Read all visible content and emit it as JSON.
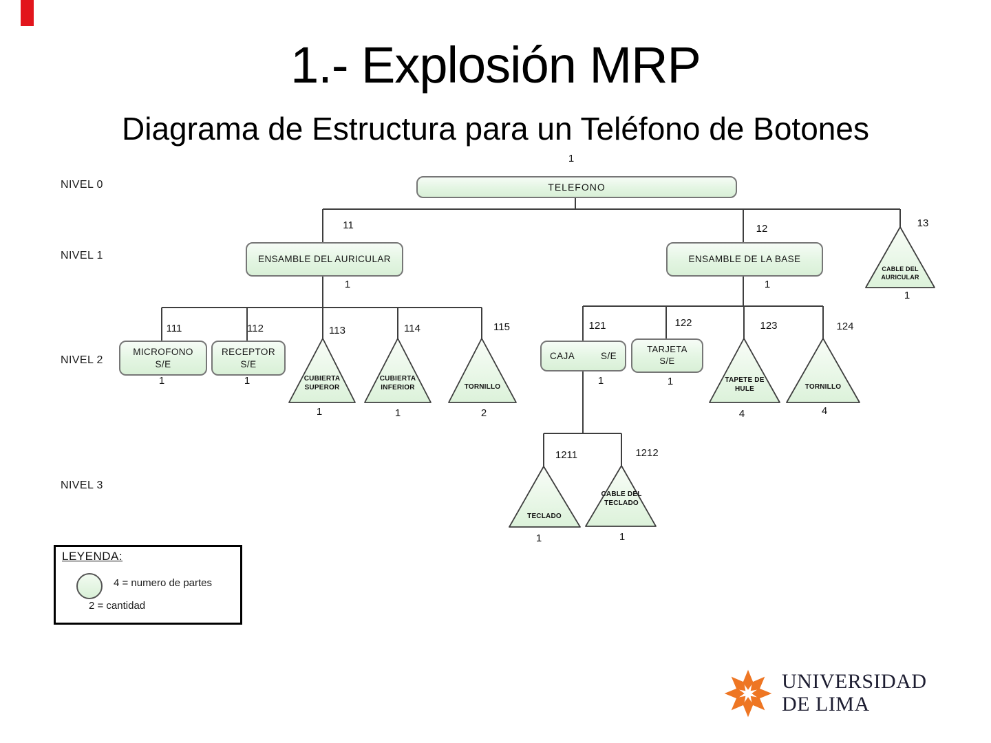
{
  "slide": {
    "title": "1.- Explosión MRP",
    "subtitle": "Diagrama de Estructura para un Teléfono de Botones"
  },
  "levels": [
    "NIVEL 0",
    "NIVEL 1",
    "NIVEL 2",
    "NIVEL 3"
  ],
  "nodes": {
    "telefono": {
      "code": "1",
      "label": "TELEFONO"
    },
    "ensamble_auricular": {
      "code": "11",
      "label": "ENSAMBLE DEL AURICULAR",
      "qty": "1"
    },
    "ensamble_base": {
      "code": "12",
      "label": "ENSAMBLE DE LA BASE",
      "qty": "1"
    },
    "cable_auricular": {
      "code": "13",
      "line1": "CABLE DEL",
      "line2": "AURICULAR",
      "qty": "1"
    },
    "microfono": {
      "code": "111",
      "line1": "MICROFONO",
      "line2": "S/E",
      "qty": "1"
    },
    "receptor": {
      "code": "112",
      "line1": "RECEPTOR",
      "line2": "S/E",
      "qty": "1"
    },
    "cubierta_superior": {
      "code": "113",
      "line1": "CUBIERTA",
      "line2": "SUPEROR",
      "qty": "1"
    },
    "cubierta_inferior": {
      "code": "114",
      "line1": "CUBIERTA",
      "line2": "INFERIOR",
      "qty": "1"
    },
    "tornillo_auricular": {
      "code": "115",
      "label": "TORNILLO",
      "qty": "2"
    },
    "caja": {
      "code": "121",
      "label": "CAJA",
      "suffix": "S/E",
      "qty": "1"
    },
    "tarjeta": {
      "code": "122",
      "line1": "TARJETA",
      "line2": "S/E",
      "qty": "1"
    },
    "tapete_hule": {
      "code": "123",
      "line1": "TAPETE DE",
      "line2": "HULE",
      "qty": "4"
    },
    "tornillo_base": {
      "code": "124",
      "label": "TORNILLO",
      "qty": "4"
    },
    "teclado": {
      "code": "1211",
      "label": "TECLADO",
      "qty": "1"
    },
    "cable_teclado": {
      "code": "1212",
      "line1": "CABLE DEL",
      "line2": "TECLADO",
      "qty": "1"
    }
  },
  "legend": {
    "title": "LEYENDA:",
    "item_parts": "4 = numero de partes",
    "item_qty": "2 = cantidad"
  },
  "logo": {
    "line1": "UNIVERSIDAD",
    "line2": "DE LIMA"
  },
  "colors": {
    "node_fill": "#e3f5e2",
    "node_border": "#767676",
    "connector_line": "#3e3e3e",
    "legend_border": "#000000",
    "corner_marker_red": "#e2151c",
    "logo_orange": "#ee7623",
    "logo_text": "#1d1d31"
  }
}
